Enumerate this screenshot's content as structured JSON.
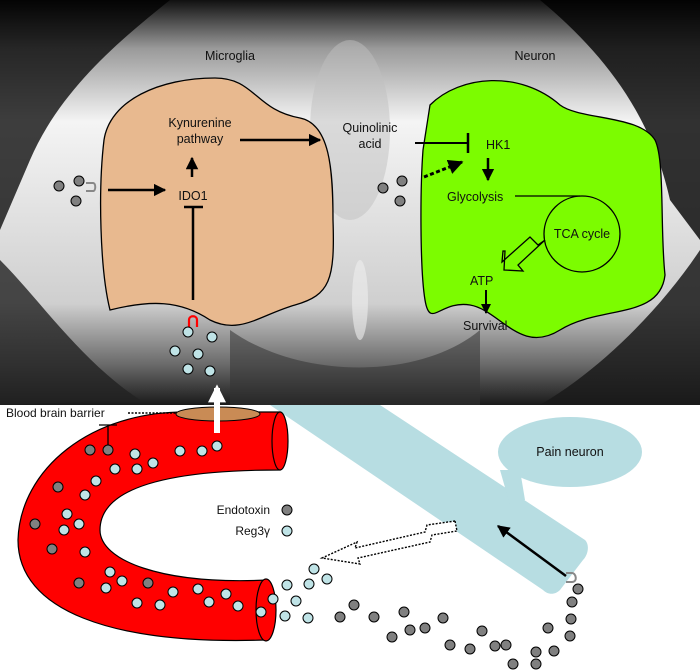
{
  "colors": {
    "microglia_fill": "#e8b98f",
    "neuron_fill": "#7cfc00",
    "vessel_fill": "#ff0000",
    "pain_neuron_fill": "#b7dde2",
    "endotoxin_fill": "#808080",
    "reg3g_fill": "#bfe3e6",
    "receptor_red": "#ff0000",
    "receptor_gray": "#888888"
  },
  "labels": {
    "microglia": "Microglia",
    "neuron": "Neuron",
    "kynurenine_line1": "Kynurenine",
    "kynurenine_line2": "pathway",
    "ido1": "IDO1",
    "quinolinic_line1": "Quinolinic",
    "quinolinic_line2": "acid",
    "hk1": "HK1",
    "glycolysis": "Glycolysis",
    "tca_cycle": "TCA cycle",
    "atp": "ATP",
    "survival": "Survival",
    "blood_brain_barrier": "Blood brain barrier",
    "pain_neuron": "Pain neuron"
  },
  "legend": [
    {
      "label": "Endotoxin",
      "type": "endotoxin"
    },
    {
      "label": "Reg3γ",
      "type": "reg3g"
    }
  ]
}
